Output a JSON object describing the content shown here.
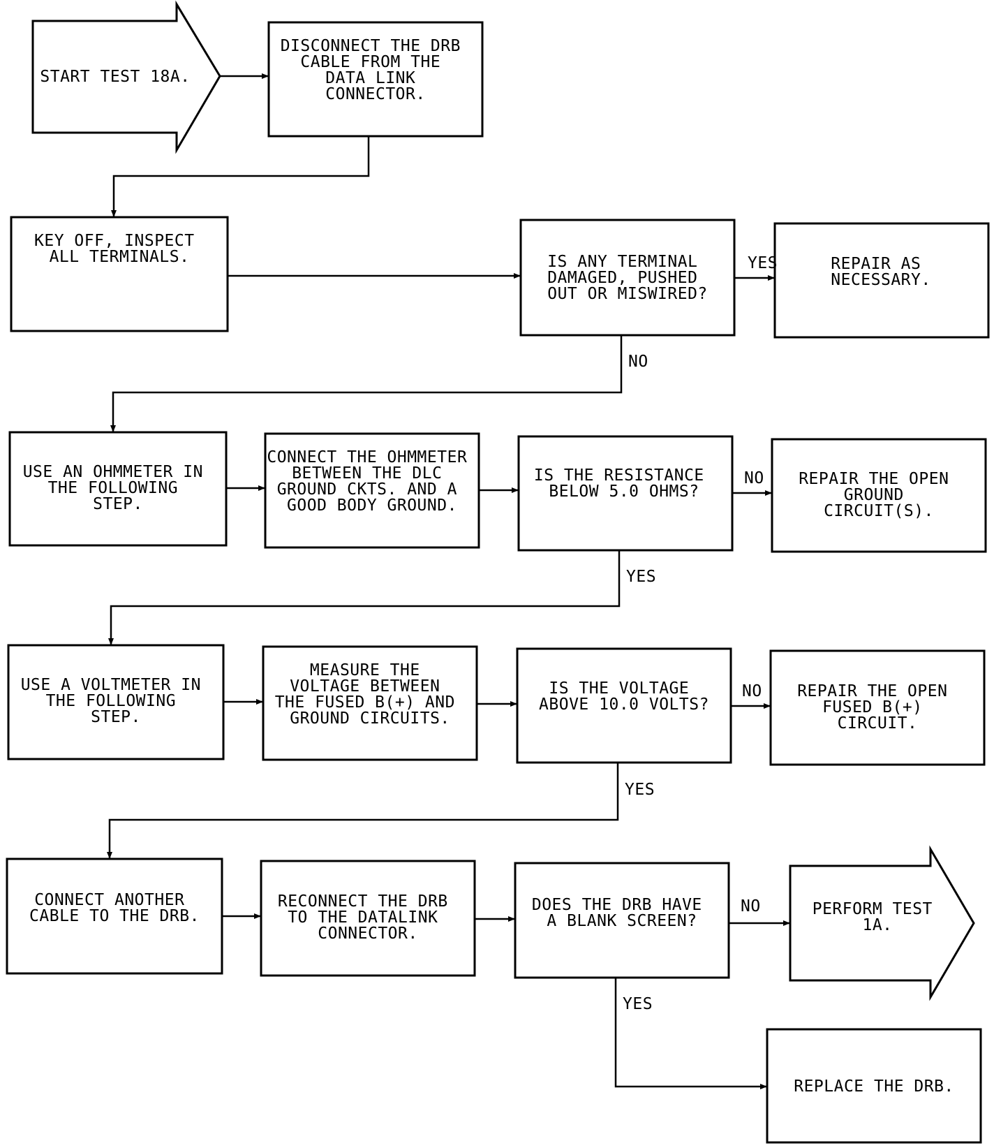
{
  "flowchart": {
    "nodes": {
      "start": {
        "lines": [
          "START TEST 18A."
        ]
      },
      "disconnect": {
        "lines": [
          "DISCONNECT THE DRB",
          "CABLE FROM THE",
          "DATA LINK",
          "CONNECTOR."
        ]
      },
      "key_off": {
        "lines": [
          "KEY OFF, INSPECT",
          "ALL TERMINALS."
        ]
      },
      "q_terminal": {
        "lines": [
          "IS ANY TERMINAL",
          "DAMAGED, PUSHED",
          "OUT OR MISWIRED?"
        ]
      },
      "repair_necessary": {
        "lines": [
          "REPAIR AS",
          "NECESSARY."
        ]
      },
      "use_ohmmeter": {
        "lines": [
          "USE AN OHMMETER IN",
          "THE FOLLOWING",
          "STEP."
        ]
      },
      "connect_ohmmeter": {
        "lines": [
          "CONNECT THE OHMMETER",
          "BETWEEN THE DLC",
          "GROUND CKTS. AND A",
          "GOOD BODY GROUND."
        ]
      },
      "q_resistance": {
        "lines": [
          "IS THE RESISTANCE",
          "BELOW 5.0 OHMS?"
        ]
      },
      "repair_ground": {
        "lines": [
          "REPAIR THE OPEN",
          "GROUND",
          "CIRCUIT(S)."
        ]
      },
      "use_voltmeter": {
        "lines": [
          "USE A VOLTMETER IN",
          "THE FOLLOWING",
          "STEP."
        ]
      },
      "measure_voltage": {
        "lines": [
          "MEASURE THE",
          "VOLTAGE BETWEEN",
          "THE FUSED B(+) AND",
          "GROUND CIRCUITS."
        ]
      },
      "q_voltage": {
        "lines": [
          "IS THE VOLTAGE",
          "ABOVE 10.0 VOLTS?"
        ]
      },
      "repair_fused": {
        "lines": [
          "REPAIR THE OPEN",
          "FUSED B(+)",
          "CIRCUIT."
        ]
      },
      "connect_cable": {
        "lines": [
          "CONNECT ANOTHER",
          "CABLE TO THE DRB."
        ]
      },
      "reconnect": {
        "lines": [
          "RECONNECT THE DRB",
          "TO THE DATALINK",
          "CONNECTOR."
        ]
      },
      "q_blank": {
        "lines": [
          "DOES THE DRB HAVE",
          "A BLANK SCREEN?"
        ]
      },
      "perform_test": {
        "lines": [
          "PERFORM TEST",
          "1A."
        ]
      },
      "replace_drb": {
        "lines": [
          "REPLACE THE DRB."
        ]
      }
    },
    "branch_labels": {
      "q_terminal_yes": "YES",
      "q_terminal_no": "NO",
      "q_resistance_no": "NO",
      "q_resistance_yes": "YES",
      "q_voltage_no": "NO",
      "q_voltage_yes": "YES",
      "q_blank_no": "NO",
      "q_blank_yes": "YES"
    }
  }
}
